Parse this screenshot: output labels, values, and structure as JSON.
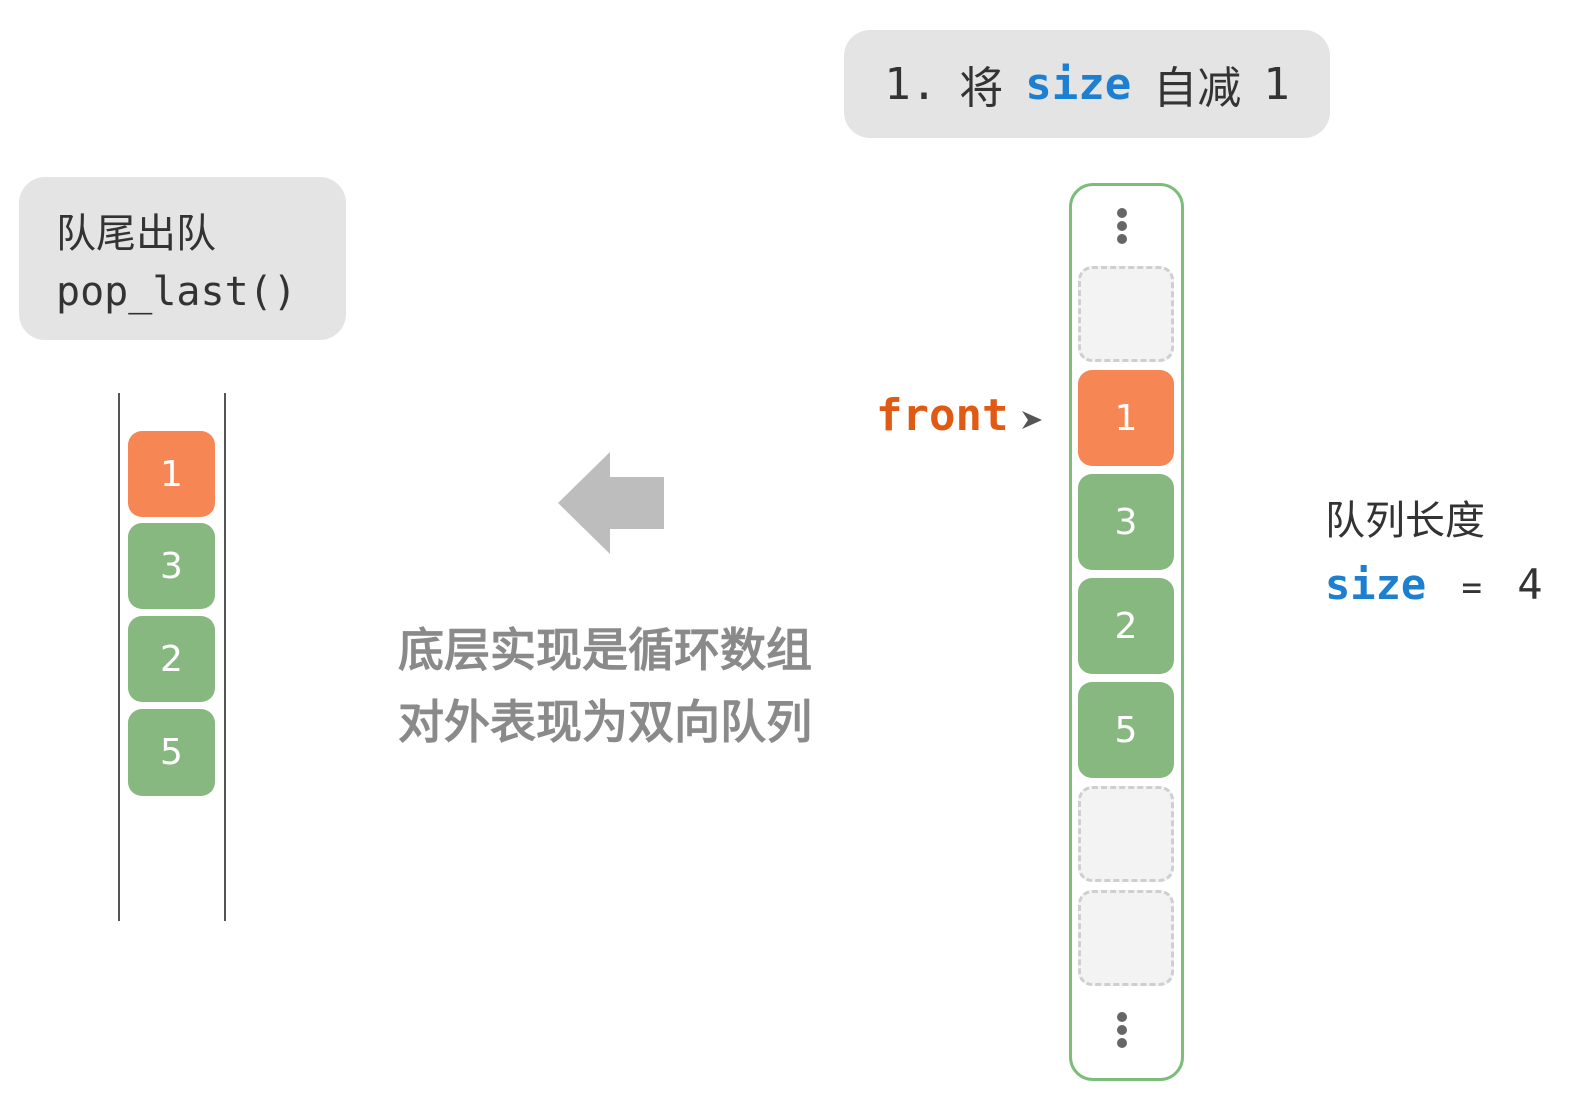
{
  "step": {
    "number": "1.",
    "verb": "将",
    "keyword": "size",
    "action": "自减",
    "amount": "1"
  },
  "operation": {
    "title": "队尾出队",
    "code": "pop_last()"
  },
  "deque_view": {
    "items": [
      "1",
      "3",
      "2",
      "5"
    ]
  },
  "caption": {
    "line1": "底层实现是循环数组",
    "line2": "对外表现为双向队列"
  },
  "array_view": {
    "front_label": "front",
    "top_ellipsis": "⋮",
    "bottom_ellipsis": "⋮",
    "cells": [
      "",
      "1",
      "3",
      "2",
      "5",
      "",
      ""
    ]
  },
  "size_info": {
    "title": "队列长度",
    "keyword": "size",
    "equals": "=",
    "value": "4"
  },
  "colors": {
    "front_item": "#f68653",
    "item": "#86b880",
    "keyword": "#1c7fd0",
    "front_label": "#e05a13",
    "array_border": "#7cbd7a",
    "arrow": "#bdbdbd"
  }
}
